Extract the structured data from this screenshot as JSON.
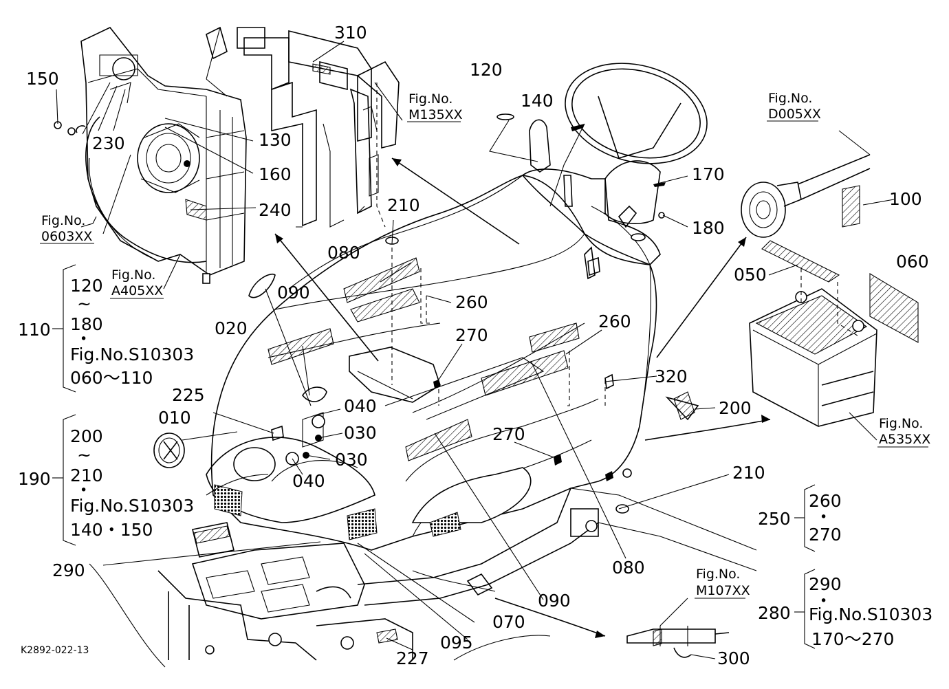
{
  "diagram": {
    "part_labels": {
      "p010": "010",
      "p020": "020",
      "p030a": "030",
      "p030b": "030",
      "p040a": "040",
      "p040b": "040",
      "p050": "050",
      "p060": "060",
      "p070": "070",
      "p080a": "080",
      "p080b": "080",
      "p090a": "090",
      "p090b": "090",
      "p095": "095",
      "p100": "100",
      "p110": "110",
      "p120": "120",
      "p130": "130",
      "p140": "140",
      "p150": "150",
      "p160": "160",
      "p170": "170",
      "p180": "180",
      "p190": "190",
      "p200": "200",
      "p210a": "210",
      "p210b": "210",
      "p225": "225",
      "p227": "227",
      "p230": "230",
      "p240": "240",
      "p250": "250",
      "p260a": "260",
      "p260b": "260",
      "p270a": "270",
      "p270b": "270",
      "p280": "280",
      "p290": "290",
      "p300": "300",
      "p310": "310",
      "p320": "320"
    },
    "figure_refs": {
      "m135": {
        "line1": "Fig.No.",
        "line2": "M135XX"
      },
      "d005": {
        "line1": "Fig.No.",
        "line2": "D005XX"
      },
      "f0603": {
        "line1": "Fig.No.",
        "line2": "0603XX"
      },
      "a405": {
        "line1": "Fig.No.",
        "line2": "A405XX"
      },
      "a535": {
        "line1": "Fig.No.",
        "line2": "A535XX"
      },
      "m107": {
        "line1": "Fig.No.",
        "line2": "M107XX"
      }
    },
    "groups": {
      "g110": {
        "id": "110",
        "from": "120",
        "tilde": "~",
        "to": "180",
        "dot": "•",
        "ref": "Fig.No.S10303",
        "range": "060～110"
      },
      "g190": {
        "id": "190",
        "from": "200",
        "tilde": "~",
        "to": "210",
        "dot": "•",
        "ref": "Fig.No.S10303",
        "range": "140・150"
      },
      "g250": {
        "id": "250",
        "a": "260",
        "dot": "•",
        "b": "270"
      },
      "g280": {
        "id": "280",
        "a": "290",
        "dot": "•",
        "ref": "Fig.No.S10303",
        "range": "170～270"
      }
    },
    "drawing_code": "K2892-022-13"
  }
}
